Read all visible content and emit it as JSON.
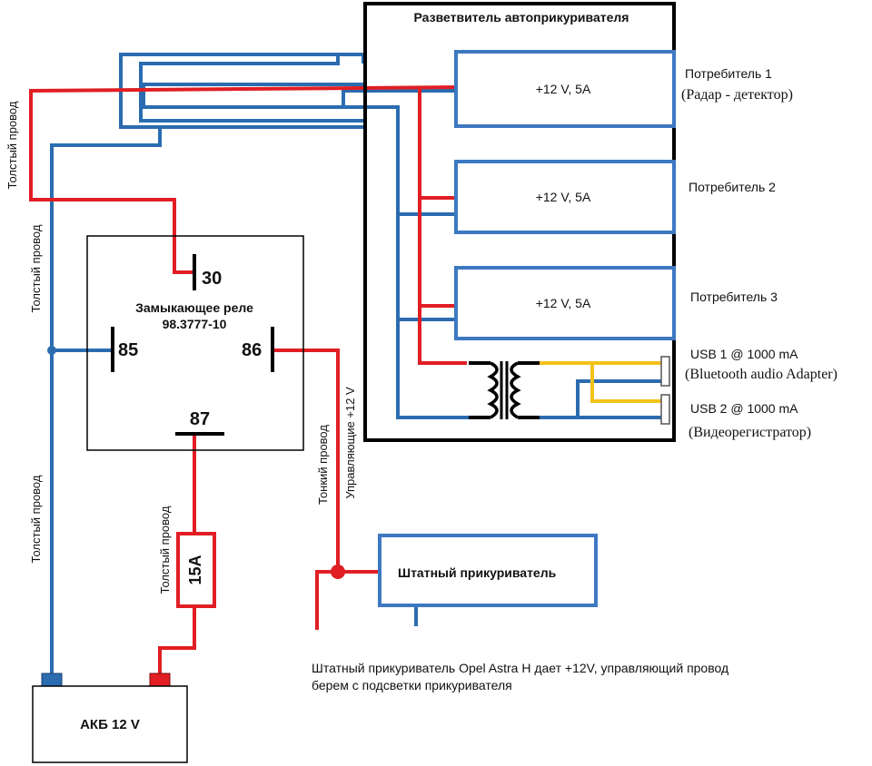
{
  "splitter": {
    "title": "Разветвитель автоприкуривателя",
    "outputs": [
      "+12 V, 5A",
      "+12 V, 5A",
      "+12 V, 5A"
    ]
  },
  "consumers": [
    {
      "name": "Потребитель 1",
      "note": "(Радар - детектор)"
    },
    {
      "name": "Потребитель 2",
      "note": ""
    },
    {
      "name": "Потребитель 3",
      "note": ""
    }
  ],
  "usb": [
    {
      "name": "USB 1 @ 1000 mA",
      "note": "(Bluetooth audio Adapter)"
    },
    {
      "name": "USB 2 @ 1000 mA",
      "note": "(Видеорегистратор)"
    }
  ],
  "relay": {
    "title": "Замыкающее реле",
    "model": "98.3777-10",
    "pins": {
      "p30": "30",
      "p85": "85",
      "p86": "86",
      "p87": "87"
    }
  },
  "fuse": {
    "label": "15A"
  },
  "battery": {
    "label": "АКБ 12 V"
  },
  "lighter": {
    "label": "Штатный прикуриватель"
  },
  "wires": {
    "thick": "Толстый провод",
    "thin": "Тонкий провод",
    "control": "Управляющие +12 V"
  },
  "note": {
    "line1": "Штатный прикуриватель Opel Astra H дает +12V, управляющий провод",
    "line2": "берем с подсветки прикуривателя"
  },
  "colors": {
    "positive": "#e01e24",
    "negative": "#2b6cb0",
    "usb": "#f2c21b",
    "frame": "#000000",
    "box": "#3d78c2"
  }
}
